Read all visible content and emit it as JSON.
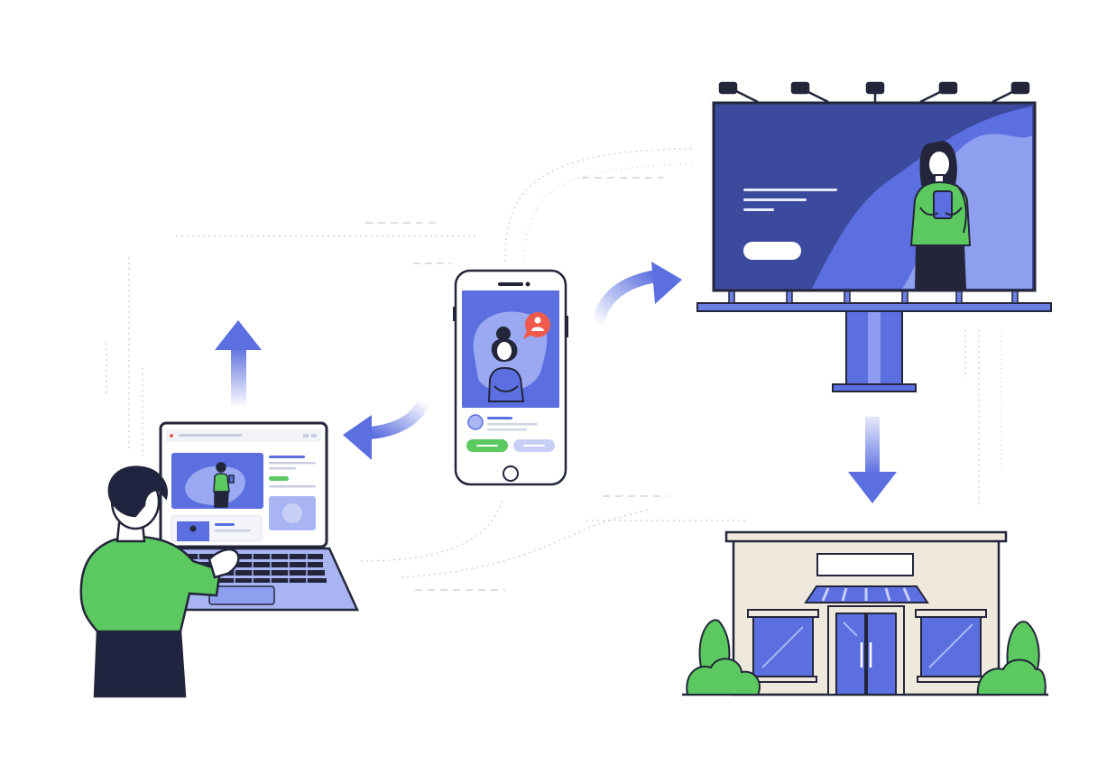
{
  "colors": {
    "background": "#ffffff",
    "primary_blue": "#5b6fe0",
    "dark_blue": "#3c4a9e",
    "light_blue": "#a9b5f2",
    "green": "#5bc95f",
    "outline": "#23263a",
    "store_wall": "#efe8dc",
    "notification_red": "#ef5a4c",
    "connector_gray": "#c7cad6"
  },
  "icons": {
    "billboard": "billboard-icon",
    "smartphone": "smartphone-icon",
    "laptop": "laptop-icon",
    "store": "storefront-icon",
    "person": "person-icon",
    "notification": "user-notification-icon",
    "arrow": "flow-arrow-icon"
  },
  "flow": [
    {
      "from": "smartphone",
      "to": "billboard",
      "arrow": "curved-right"
    },
    {
      "from": "smartphone",
      "to": "laptop",
      "arrow": "curved-left"
    },
    {
      "from": "laptop",
      "to": "up",
      "arrow": "straight-up"
    },
    {
      "from": "billboard",
      "to": "store",
      "arrow": "straight-down"
    }
  ]
}
